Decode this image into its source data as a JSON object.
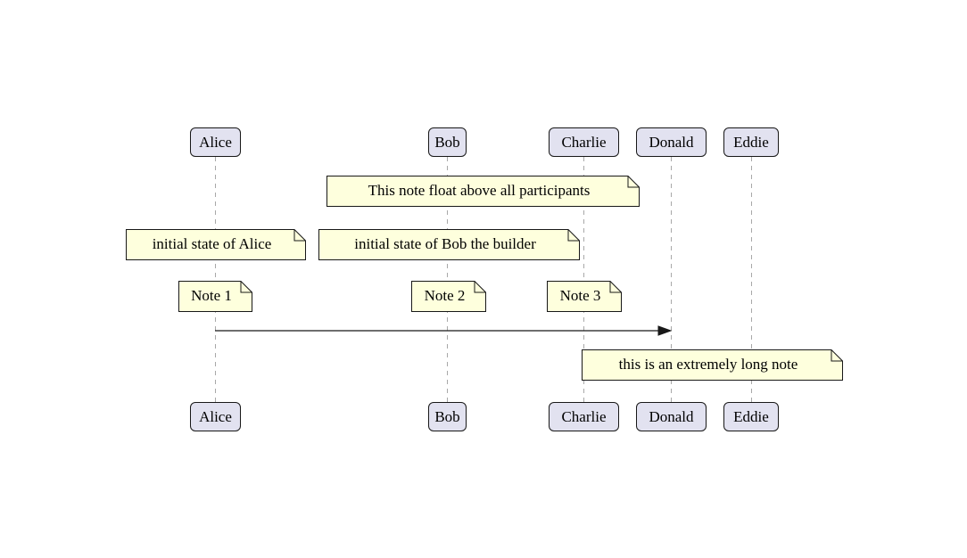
{
  "diagram": {
    "type": "sequence",
    "participants": [
      {
        "name": "Alice"
      },
      {
        "name": "Bob"
      },
      {
        "name": "Charlie"
      },
      {
        "name": "Donald"
      },
      {
        "name": "Eddie"
      }
    ],
    "notes": {
      "floating": {
        "text": "This note float above all participants",
        "position": "across Bob and Charlie"
      },
      "alice_state": {
        "text": "initial state of Alice",
        "position": "over Alice"
      },
      "bob_state": {
        "text": "initial state of Bob the builder",
        "position": "over Bob"
      },
      "note1": {
        "text": "Note 1",
        "position": "over Alice"
      },
      "note2": {
        "text": "Note 2",
        "position": "over Bob"
      },
      "note3": {
        "text": "Note 3",
        "position": "over Charlie"
      },
      "long_note": {
        "text": "this is an extremely long note",
        "position": "right of Charlie"
      }
    },
    "messages": [
      {
        "from": "Alice",
        "to": "Donald",
        "label": ""
      }
    ],
    "colors": {
      "participant_fill": "#E2E2F0",
      "participant_border": "#181818",
      "note_fill": "#FEFFDD",
      "note_border": "#181818",
      "lifeline": "#A8A8A8",
      "arrow": "#181818",
      "background": "#FFFFFF",
      "text": "#000000"
    }
  }
}
